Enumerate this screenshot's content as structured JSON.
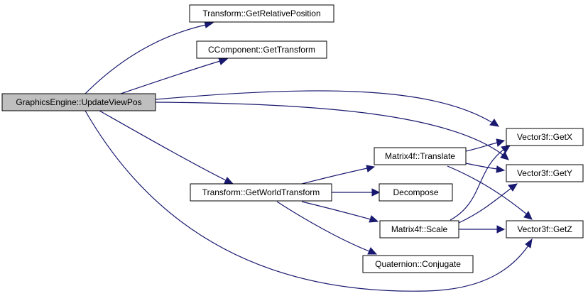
{
  "nodes": [
    {
      "id": "root",
      "label": "GraphicsEngine::UpdateViewPos",
      "root": true
    },
    {
      "id": "getrel",
      "label": "Transform::GetRelativePosition"
    },
    {
      "id": "getxform",
      "label": "CComponent::GetTransform"
    },
    {
      "id": "worldxf",
      "label": "Transform::GetWorldTransform"
    },
    {
      "id": "translate",
      "label": "Matrix4f::Translate"
    },
    {
      "id": "decompose",
      "label": "Decompose"
    },
    {
      "id": "scale",
      "label": "Matrix4f::Scale"
    },
    {
      "id": "conjugate",
      "label": "Quaternion::Conjugate"
    },
    {
      "id": "getx",
      "label": "Vector3f::GetX"
    },
    {
      "id": "gety",
      "label": "Vector3f::GetY"
    },
    {
      "id": "getz",
      "label": "Vector3f::GetZ"
    }
  ],
  "edges": [
    {
      "from": "root",
      "to": "getrel"
    },
    {
      "from": "root",
      "to": "getxform"
    },
    {
      "from": "root",
      "to": "getx"
    },
    {
      "from": "root",
      "to": "gety"
    },
    {
      "from": "root",
      "to": "worldxf"
    },
    {
      "from": "root",
      "to": "getz"
    },
    {
      "from": "worldxf",
      "to": "translate"
    },
    {
      "from": "worldxf",
      "to": "decompose"
    },
    {
      "from": "worldxf",
      "to": "scale"
    },
    {
      "from": "worldxf",
      "to": "conjugate"
    },
    {
      "from": "translate",
      "to": "getx"
    },
    {
      "from": "translate",
      "to": "gety"
    },
    {
      "from": "translate",
      "to": "getz"
    },
    {
      "from": "scale",
      "to": "getx"
    },
    {
      "from": "scale",
      "to": "gety"
    },
    {
      "from": "scale",
      "to": "getz"
    }
  ],
  "colors": {
    "edge": "#191970",
    "root_fill": "#bfbfbf",
    "node_fill": "#ffffff",
    "border": "#000000"
  }
}
